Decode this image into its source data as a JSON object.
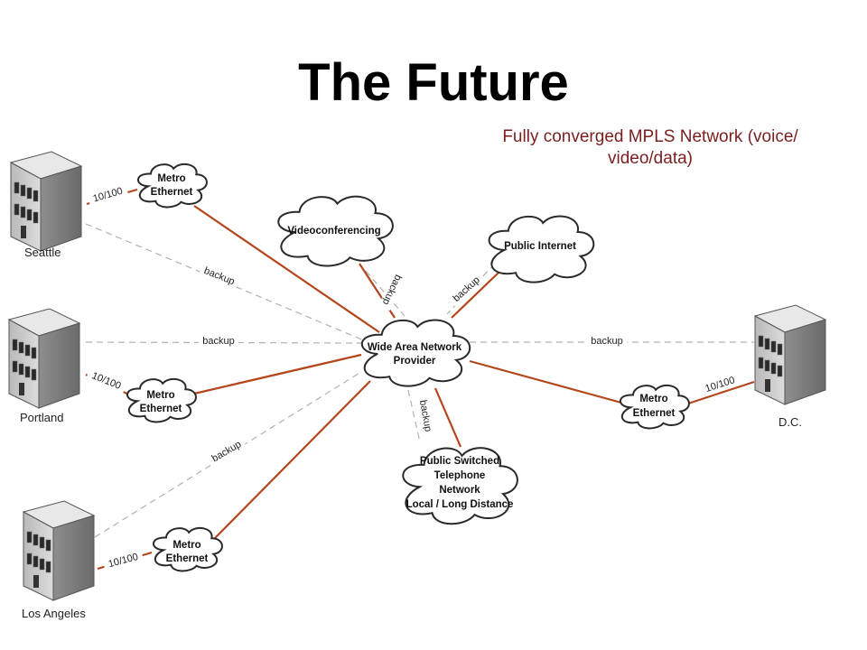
{
  "title": "The Future",
  "subtitle": "Fully converged MPLS Network (voice/ video/data)",
  "colors": {
    "primary_link": "#b5451b",
    "backup_link": "#b0b0b0",
    "subtitle": "#7a1e1e"
  },
  "sites": [
    {
      "id": "seattle",
      "label": "Seattle"
    },
    {
      "id": "portland",
      "label": "Portland"
    },
    {
      "id": "losangeles",
      "label": "Los Angeles"
    },
    {
      "id": "dc",
      "label": "D.C."
    }
  ],
  "clouds": [
    {
      "id": "metro_seattle",
      "lines": [
        "Metro",
        "Ethernet"
      ]
    },
    {
      "id": "metro_portland",
      "lines": [
        "Metro",
        "Ethernet"
      ]
    },
    {
      "id": "metro_la",
      "lines": [
        "Metro",
        "Ethernet"
      ]
    },
    {
      "id": "metro_dc",
      "lines": [
        "Metro",
        "Ethernet"
      ]
    },
    {
      "id": "videoconf",
      "lines": [
        "Videoconferencing"
      ]
    },
    {
      "id": "internet",
      "lines": [
        "Public Internet"
      ]
    },
    {
      "id": "wan",
      "lines": [
        "Wide Area Network",
        "Provider"
      ]
    },
    {
      "id": "pstn",
      "lines": [
        "Public Switched",
        "Telephone",
        "Network",
        "Local / Long Distance"
      ]
    }
  ],
  "link_labels": {
    "speed": "10/100",
    "backup": "backup"
  }
}
